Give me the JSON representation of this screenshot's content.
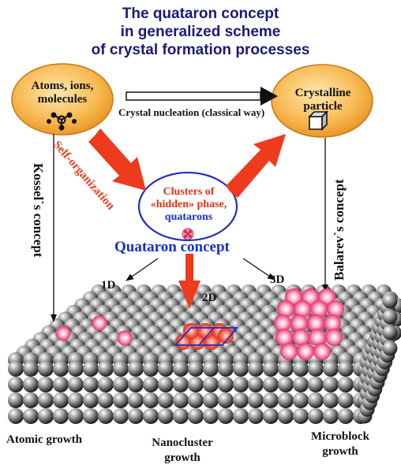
{
  "title": {
    "line1": "The quataron concept",
    "line2": "in  generalized scheme",
    "line3": "of crystal formation processes"
  },
  "nodes": {
    "atoms": [
      "Atoms, ions,",
      "molecules"
    ],
    "crystal": [
      "Crystalline",
      "particle"
    ],
    "clusters": [
      "Clusters of",
      "«hidden» phase,",
      "quatarons"
    ]
  },
  "labels": {
    "nucleation": "Crystal nucleation (classical way)",
    "self_org": "Self-organization",
    "kossel": "Kossel`s concept",
    "balarev": "Balarev`s concept",
    "quataron_concept": "Quataron concept",
    "d1": "1D",
    "d2": "2D",
    "d3": "3D"
  },
  "growth": {
    "atomic": "Atomic growth",
    "nano": [
      "Nanocluster",
      "growth"
    ],
    "micro": [
      "Microblock",
      "growth"
    ]
  },
  "colors": {
    "title": "#1a1a7a",
    "oval_fill": "#f6b24a",
    "red_arrow": "#ee3b1e",
    "quataron_text": "#1530c8",
    "cluster_text": "#e0301a",
    "blue_ellipse": "#2030c0"
  }
}
